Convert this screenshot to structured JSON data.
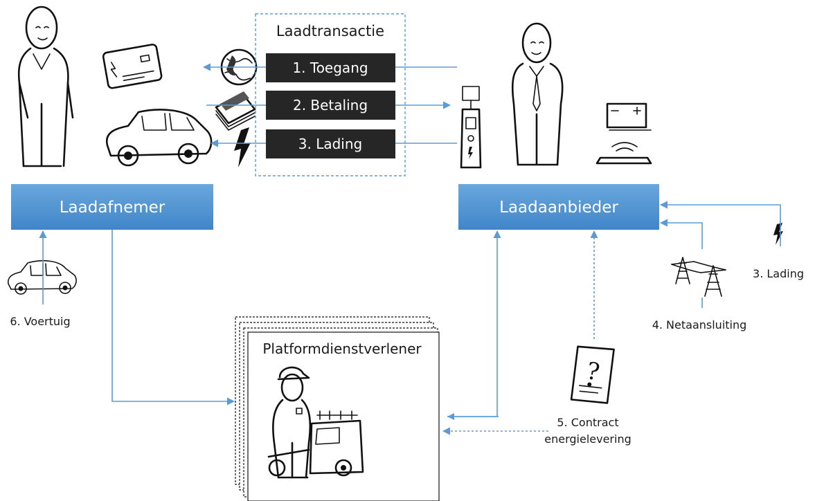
{
  "transaction": {
    "title": "Laadtransactie",
    "steps": [
      {
        "label": "1. Toegang"
      },
      {
        "label": "2. Betaling"
      },
      {
        "label": "3. Lading"
      }
    ]
  },
  "roles": {
    "consumer": "Laadafnemer",
    "provider": "Laadaanbieder"
  },
  "platform": {
    "title": "Platformdienstverlener"
  },
  "factors": {
    "vehicle": "6. Voertuig",
    "grid": "4. Netaansluiting",
    "charge": "3. Lading",
    "contract_line1": "5. Contract",
    "contract_line2": "energielevering"
  },
  "colors": {
    "role_box_top": "#6aa7dd",
    "role_box_bottom": "#3f86c9",
    "step_box": "#262626",
    "arrow": "#5b9bd5",
    "dashed_frame": "#5b9bd5"
  },
  "icons": [
    "consumer-person-icon",
    "charge-card-icon",
    "globe-icon",
    "money-stack-icon",
    "car-icon",
    "lightning-icon",
    "charging-station-icon",
    "provider-person-icon",
    "battery-icon",
    "wireless-pad-icon",
    "small-car-icon",
    "pylon-icon",
    "contract-document-icon",
    "technician-icon",
    "van-icon"
  ]
}
